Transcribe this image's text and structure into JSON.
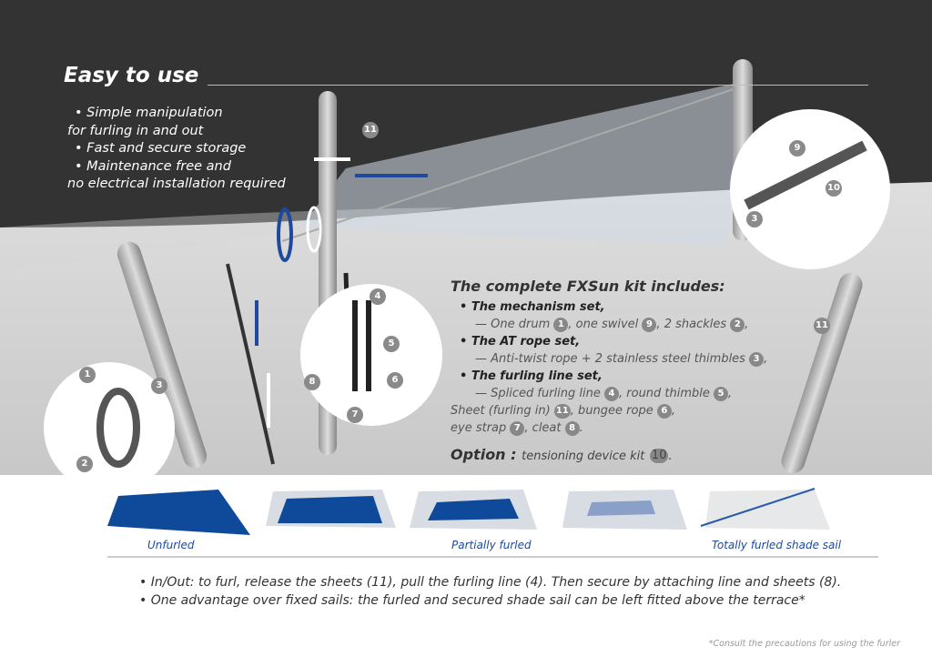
{
  "header": {
    "title": "Easy to use",
    "intro": [
      "• Simple manipulation",
      "for furling in and out",
      "• Fast and secure storage",
      "• Maintenance free and",
      "no electrical installation required"
    ]
  },
  "kit": {
    "title": "The complete FXSun kit includes:",
    "mechanism_label": "• The mechanism set,",
    "mechanism_text": [
      "— One drum",
      "1",
      ", one swivel",
      "9",
      ", 2 shackles",
      "2",
      ","
    ],
    "rope_label": "• The AT rope set,",
    "rope_text": [
      "— Anti-twist rope + 2 stainless steel thimbles",
      "3",
      ","
    ],
    "furling_label": "• The furling line set,",
    "furling_text": [
      "— Spliced furling line",
      "4",
      ", round thimble",
      "5",
      ","
    ],
    "sheet_text": [
      "Sheet (furling in)",
      "11",
      ", bungee rope",
      "6",
      ","
    ],
    "strap_text": [
      "eye strap",
      "7",
      ", cleat",
      "8",
      "."
    ],
    "option_label": "Option :",
    "option_text": [
      "tensioning device kit",
      "10",
      "."
    ]
  },
  "diagram_badges": [
    "11",
    "9",
    "10",
    "3",
    "4",
    "5",
    "6",
    "8",
    "7",
    "1",
    "3",
    "2",
    "11"
  ],
  "stages": [
    "Unfurled",
    "Partially furled",
    "Totally furled shade sail"
  ],
  "notes": [
    "• In/Out: to furl, release the sheets (11), pull the furling line  (4). Then secure by attaching line and sheets (8).",
    "• One advantage over fixed sails:  the furled and secured shade sail can be left fitted above the terrace*"
  ],
  "footnote": "*Consult the precautions for using the furler",
  "colors": {
    "dark": "#333333",
    "blue": "#0f4a9a",
    "badge": "#8a8a8a"
  }
}
